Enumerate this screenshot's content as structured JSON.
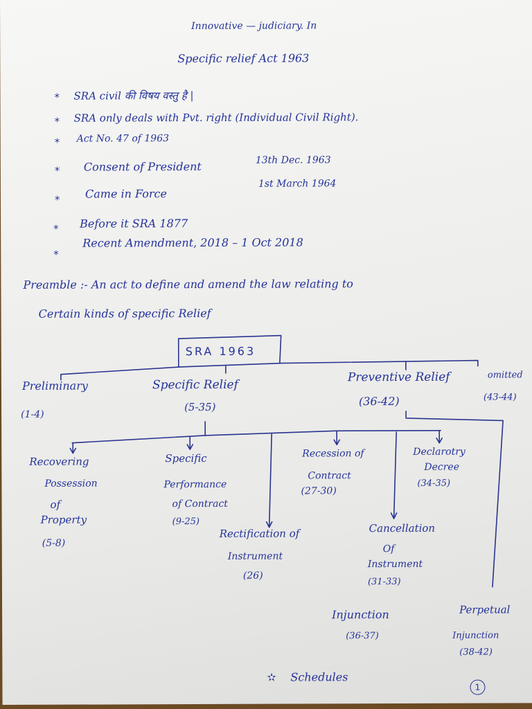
{
  "header": {
    "source": "Innovative — judiciary. In",
    "title": "Specific relief Act 1963"
  },
  "facts": [
    {
      "bullet": "*",
      "text": "SRA civil की विषय वस्तु है |"
    },
    {
      "bullet": "*",
      "text": "SRA only deals with Pvt. right (Individual Civil Right)."
    },
    {
      "bullet": "*",
      "text": "Act No. 47 of 1963"
    },
    {
      "bullet": "*",
      "label": "Consent of President",
      "value": "13th Dec. 1963"
    },
    {
      "bullet": "*",
      "label": "Came in Force",
      "value": "1st March 1964"
    },
    {
      "bullet": "*",
      "text": "Before it SRA 1877"
    },
    {
      "bullet": "*",
      "text": "Recent Amendment, 2018 – 1 Oct 2018"
    }
  ],
  "preamble": {
    "line1": "Preamble :- An act to define and amend the law relating to",
    "line2": "Certain kinds of specific Relief"
  },
  "tree": {
    "root": "SRA 1963",
    "level1": [
      {
        "name": "Preliminary",
        "sections": "(1-4)"
      },
      {
        "name": "Specific Relief",
        "sections": "(5-35)"
      },
      {
        "name": "Preventive Relief",
        "sections": "(36-42)"
      },
      {
        "name": "omitted",
        "sections": "(43-44)"
      }
    ],
    "specific_relief_children": [
      {
        "lines": [
          "Recovering",
          "Possession",
          "of",
          "Property"
        ],
        "sections": "(5-8)"
      },
      {
        "lines": [
          "Specific",
          "Performance",
          "of Contract"
        ],
        "sections": "(9-25)"
      },
      {
        "lines": [
          "Rectification of",
          "Instrument"
        ],
        "sections": "(26)"
      },
      {
        "lines": [
          "Recession of",
          "Contract"
        ],
        "sections": "(27-30)"
      },
      {
        "lines": [
          "Cancellation",
          "Of",
          "Instrument"
        ],
        "sections": "(31-33)"
      },
      {
        "lines": [
          "Declarotry",
          "Decree"
        ],
        "sections": "(34-35)"
      }
    ],
    "preventive_relief_children": [
      {
        "lines": [
          "Injunction"
        ],
        "sections": "(36-37)"
      },
      {
        "lines": [
          "Perpetual",
          "Injunction"
        ],
        "sections": "(38-42)"
      }
    ]
  },
  "footer": {
    "schedules_bullet": "✫",
    "schedules": "Schedules",
    "page_number": "1"
  },
  "colors": {
    "ink": "#25339a",
    "paper": "#f2f2f0",
    "table": "#6b4a24"
  }
}
